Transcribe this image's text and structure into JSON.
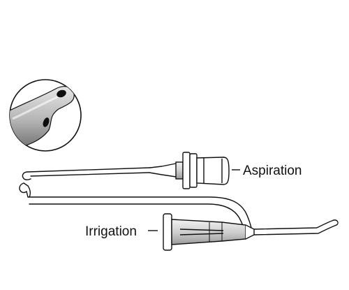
{
  "labels": {
    "aspiration": "Aspiration",
    "irrigation": "Irrigation"
  },
  "colors": {
    "ink": "#111111",
    "fill": "#ffffff",
    "shade_light": "#d9d9d9",
    "shade_mid": "#a9a9a9",
    "shade_dark": "#7a7a7a",
    "port_hole": "#0d0d0d"
  },
  "icons": {
    "detail_inset": "magnified-tip-detail",
    "aspiration_hub": "aspiration-hub",
    "irrigation_hub": "irrigation-hub",
    "cannula": "cannula-tube"
  }
}
